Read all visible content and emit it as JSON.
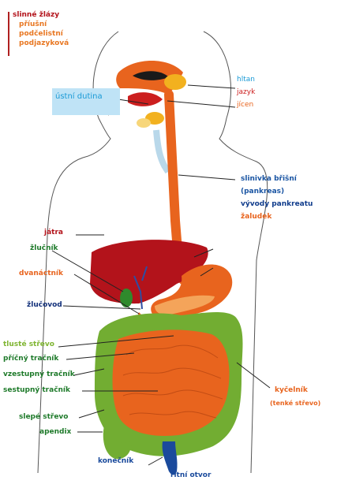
{
  "colors": {
    "glands": "#b3131b",
    "glands_sub": "#e87722",
    "mouth": "#1a9ad6",
    "tongue": "#cc1f1f",
    "esophagus": "#e8641e",
    "pancreas": "#1a55a3",
    "pancreatic_duct": "#103c8c",
    "stomach": "#e8641e",
    "liver": "#b3131b",
    "gallbladder": "#1e7a2a",
    "duodenum": "#e8641e",
    "bile_duct": "#12307a",
    "colon": "#7fb532",
    "small_intestine": "#e8641e",
    "anus": "#1a4a9c"
  },
  "labels": {
    "salivary": "slinné žlázy",
    "parotid": "příušní",
    "submandibular": "podčelistní",
    "sublingual": "podjazyková",
    "mouth": "ústní dutina",
    "pharynx": "hltan",
    "tongue": "jazyk",
    "esophagus": "jícen",
    "pancreas": "slinivka břišní",
    "pancreas_alt": "(pankreas)",
    "pancreatic_ducts": "vývody pankreatu",
    "stomach": "žaludek",
    "liver": "játra",
    "gallbladder": "žlučník",
    "duodenum": "dvanáctník",
    "bile_duct": "žlučovod",
    "colon": "tlusté střevo",
    "transverse": "příčný tračník",
    "ascending": "vzestupný tračník",
    "descending": "sestupný tračník",
    "cecum": "slepé střevo",
    "appendix": "apendix",
    "ileum": "kyčelník",
    "small_intestine": "(tenké střevo)",
    "rectum": "konečník",
    "anus": "řitní otvor"
  }
}
